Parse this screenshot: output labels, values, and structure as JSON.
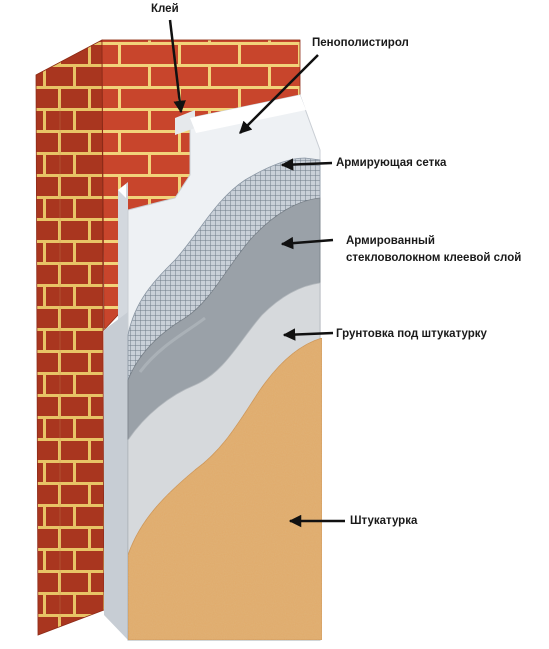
{
  "labels": {
    "glue": "Клей",
    "foam": "Пенополистирол",
    "mesh": "Армирующая сетка",
    "adhesive_line1": "Армированный",
    "adhesive_line2": "стекловолокном клеевой слой",
    "primer": "Грунтовка под штукатурку",
    "plaster": "Штукатурка"
  },
  "colors": {
    "brick": "#c8452c",
    "brick_side": "#a9361f",
    "mortar": "#f2d37a",
    "foam": "#eef1f4",
    "mesh": "#7f8c99",
    "adhesive": "#9aa1a8",
    "primer": "#d6d9dc",
    "plaster": "#e2aa6a",
    "arrow": "#111111"
  }
}
